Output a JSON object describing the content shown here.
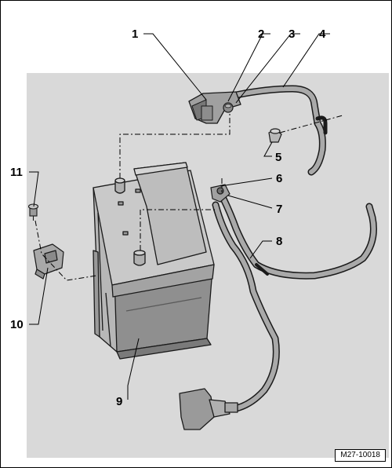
{
  "colors": {
    "background": "#d9d9d9",
    "part_fill": "#a9a9a9",
    "part_dark": "#6f6f6f",
    "outline": "#1a1a1a",
    "leader": "#000000"
  },
  "callouts": {
    "c1": "1",
    "c2": "2",
    "c3": "3",
    "c4": "4",
    "c5": "5",
    "c6": "6",
    "c7": "7",
    "c8": "8",
    "c9": "9",
    "c10": "10",
    "c11": "11"
  },
  "figure_ref": "M27-10018"
}
